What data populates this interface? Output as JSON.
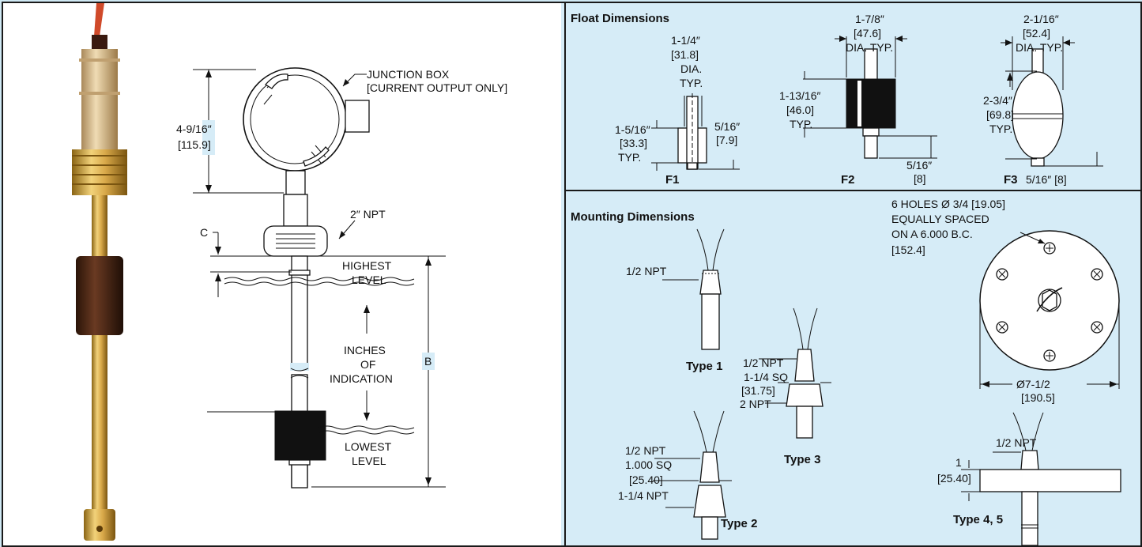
{
  "left": {
    "junction_box": "JUNCTION BOX",
    "current_output_only": "[CURRENT OUTPUT ONLY]",
    "dim_height_in": "4-9/16″",
    "dim_height_mm": "[115.9]",
    "npt_label": "2″ NPT",
    "c_label": "C",
    "highest": "HIGHEST",
    "highest_level": "LEVEL",
    "inches": "INCHES",
    "of": "OF",
    "indication": "INDICATION",
    "b_label": "B",
    "lowest": "LOWEST",
    "lowest_level": "LEVEL"
  },
  "float": {
    "title": "Float Dimensions",
    "f1": {
      "name": "F1",
      "dia_in": "1-1/4″",
      "dia_mm": "[31.8]",
      "dia": "DIA.",
      "typ": "TYP.",
      "h_in": "1-5/16″",
      "h_mm": "[33.3]",
      "h_typ": "TYP.",
      "s_in": "5/16″",
      "s_mm": "[7.9]"
    },
    "f2": {
      "name": "F2",
      "dia_in": "1-7/8″",
      "dia_mm": "[47.6]",
      "dia_typ": "DIA. TYP.",
      "h_in": "1-13/16″",
      "h_mm": "[46.0]",
      "h_typ": "TYP.",
      "s_in": "5/16″",
      "s_mm": "[8]"
    },
    "f3": {
      "name": "F3",
      "dia_in": "2-1/16″",
      "dia_mm": "[52.4]",
      "dia_typ": "DIA. TYP.",
      "h_in": "2-3/4″",
      "h_mm": "[69.8]",
      "h_typ": "TYP.",
      "s": "5/16″ [8]"
    }
  },
  "mount": {
    "title": "Mounting Dimensions",
    "type1": {
      "name": "Type 1",
      "npt": "1/2 NPT"
    },
    "type2": {
      "name": "Type 2",
      "npt": "1/2 NPT",
      "sq": "1.000 SQ",
      "sq_mm": "[25.40]",
      "npt2": "1-1/4 NPT"
    },
    "type3": {
      "name": "Type 3",
      "npt": "1/2 NPT",
      "sq": "1-1/4 SQ",
      "sq_mm": "[31.75]",
      "npt2": "2 NPT"
    },
    "type45": {
      "name": "Type 4, 5",
      "npt": "1/2 NPT",
      "th": "1",
      "th_mm": "[25.40]"
    },
    "flange": {
      "holes": "6 HOLES Ø 3/4 [19.05]",
      "spaced": "EQUALLY SPACED",
      "bc": "ON A 6.000 B.C.",
      "bc_mm": "[152.4]",
      "dia": "Ø7-1/2",
      "dia_mm": "[190.5]"
    }
  }
}
